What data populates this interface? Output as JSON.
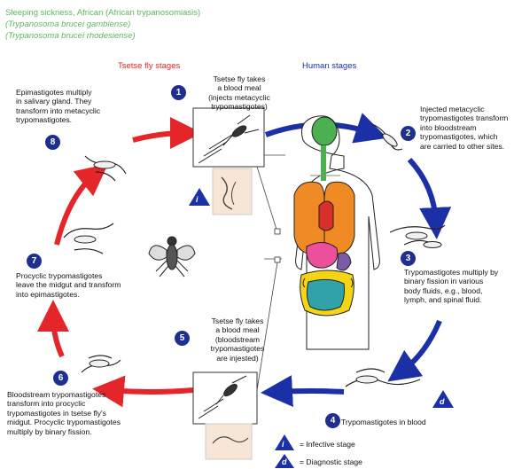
{
  "title": {
    "line1": "Sleeping sickness, African (African trypanosomiasis)",
    "line2": "(Trypanosoma brucei gambiense)",
    "line3": "(Trypanosoma brucei rhodesiense)"
  },
  "headers": {
    "tsetse": "Tsetse fly stages",
    "human": "Human stages"
  },
  "colors": {
    "tsetse_arrow": "#e4262b",
    "human_arrow": "#1b2fa6",
    "title_green": "#5cb85c",
    "number_badge": "#1f2f8f"
  },
  "stages": [
    {
      "n": "1",
      "lines": [
        "Tsetse fly takes",
        "a blood meal",
        "(injects metacyclic",
        "trypomastigotes)"
      ]
    },
    {
      "n": "2",
      "lines": [
        "Injected metacyclic",
        "trypomastigotes transform",
        "into bloodstream",
        "trypomastigotes, which",
        "are carried to other sites."
      ]
    },
    {
      "n": "3",
      "lines": [
        "Trypomastigotes multiply by",
        "binary fission in various",
        "body fluids, e.g., blood,",
        "lymph, and spinal fluid."
      ]
    },
    {
      "n": "4",
      "lines": [
        "Trypomastigotes in blood"
      ]
    },
    {
      "n": "5",
      "lines": [
        "Tsetse fly takes",
        "a blood meal",
        "(bloodstream",
        "trypomastigotes",
        "are injested)"
      ]
    },
    {
      "n": "6",
      "lines": [
        "Bloodstream trypomastigotes",
        "transform into procyclic",
        "trypomastigotes in tsetse fly's",
        "midgut. Procyclic trypomastigotes",
        "multiply by binary fission."
      ]
    },
    {
      "n": "7",
      "lines": [
        "Procyclic trypomastigotes",
        "leave the midgut and transform",
        "into epimastigotes."
      ]
    },
    {
      "n": "8",
      "lines": [
        "Epimastigotes multiply",
        "in salivary gland. They",
        "transform into metacyclic",
        "trypomastigotes."
      ]
    }
  ],
  "legend": {
    "infective_letter": "i",
    "infective_label": "= Infective stage",
    "diagnostic_letter": "d",
    "diagnostic_label": "= Diagnostic stage"
  },
  "marker_letters": {
    "stage1": "i",
    "stage4": "d"
  }
}
